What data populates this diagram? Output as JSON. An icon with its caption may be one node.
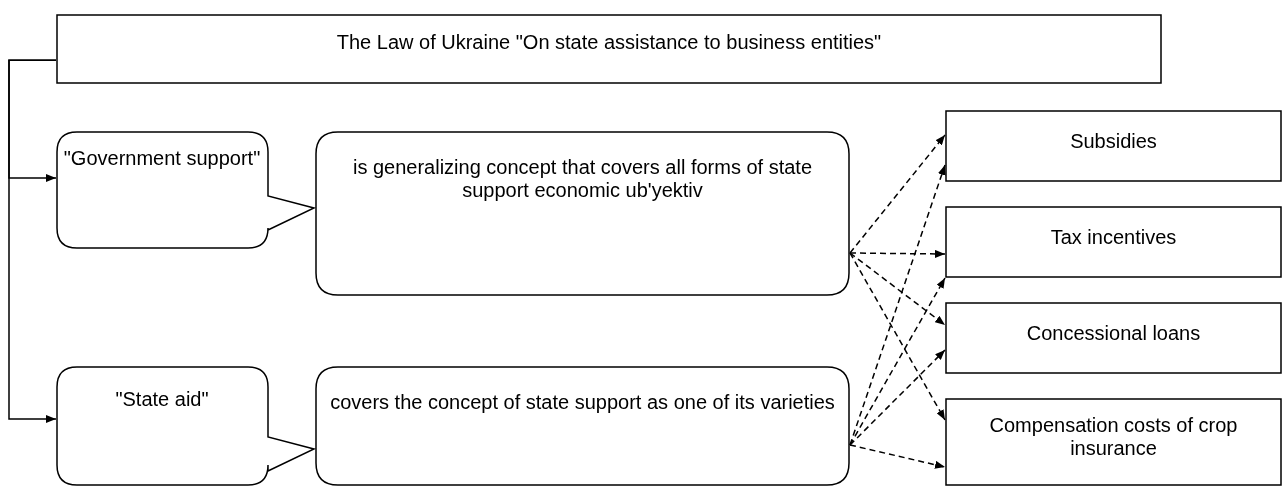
{
  "diagram": {
    "nodes": [
      {
        "text": [
          "The Law of Ukraine \"On state assistance to business entities\""
        ]
      },
      {
        "text": [
          "\"Government support\""
        ]
      },
      {
        "text": [
          "is generalizing concept that covers all forms of state support economic ub'yektiv"
        ]
      },
      {
        "text": [
          "\"State aid\""
        ]
      },
      {
        "text": [
          "covers the concept of state support as one of its varieties"
        ]
      },
      {
        "text": [
          "Subsidies"
        ]
      },
      {
        "text": [
          "Tax incentives"
        ]
      },
      {
        "text": [
          "Concessional loans"
        ]
      },
      {
        "text": [
          "Compensation costs of crop insurance"
        ]
      }
    ],
    "edges": [
      {
        "from": 0,
        "to": 1,
        "arrow": "to"
      },
      {
        "from": 0,
        "to": 3,
        "arrow": "to"
      },
      {
        "from": 2,
        "to": 5,
        "arrow": "to",
        "style": "dashed"
      },
      {
        "from": 2,
        "to": 6,
        "arrow": "to",
        "style": "dashed"
      },
      {
        "from": 2,
        "to": 7,
        "arrow": "to",
        "style": "dashed"
      },
      {
        "from": 2,
        "to": 8,
        "arrow": "to",
        "style": "dashed"
      },
      {
        "from": 4,
        "to": 5,
        "arrow": "to",
        "style": "dashed"
      },
      {
        "from": 4,
        "to": 6,
        "arrow": "to",
        "style": "dashed"
      },
      {
        "from": 4,
        "to": 7,
        "arrow": "to",
        "style": "dashed"
      },
      {
        "from": 4,
        "to": 8,
        "arrow": "to",
        "style": "dashed"
      }
    ]
  }
}
